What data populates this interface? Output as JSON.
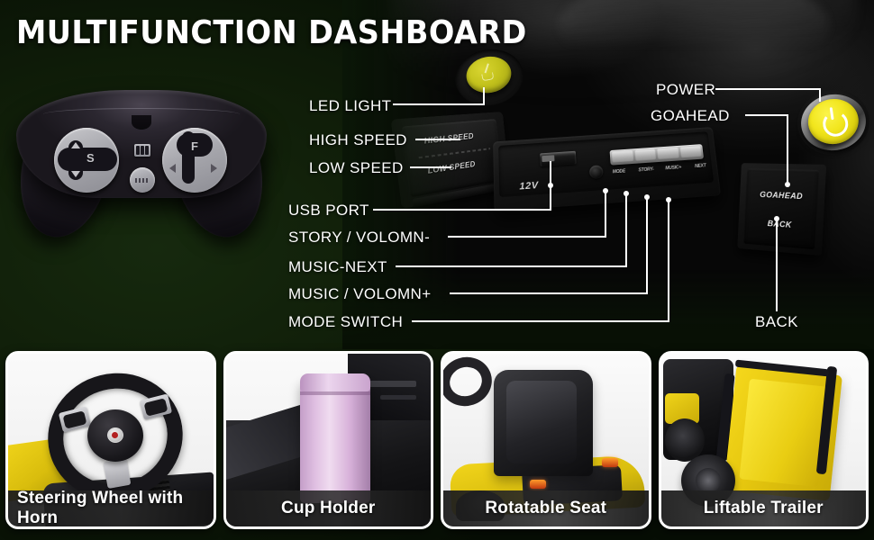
{
  "title": "MULTIFUNCTION DASHBOARD",
  "colors": {
    "background": "#0d1a07",
    "title_text": "#ffffff",
    "callout_text": "#ffffff",
    "leader_line": "#ffffff",
    "power_button": "#f2e61e",
    "led_button": "#c3c21c",
    "card_border": "#ffffff",
    "caption_bar": "#1c1c1c",
    "vehicle_yellow": "#f0d41a"
  },
  "callouts": {
    "left": [
      {
        "label": "LED LIGHT",
        "name": "callout-led-light"
      },
      {
        "label": "HIGH SPEED",
        "name": "callout-high-speed"
      },
      {
        "label": "LOW SPEED",
        "name": "callout-low-speed"
      },
      {
        "label": "USB PORT",
        "name": "callout-usb-port"
      },
      {
        "label": "STORY / VOLOMN-",
        "name": "callout-story-volume-down"
      },
      {
        "label": "MUSIC-NEXT",
        "name": "callout-music-next"
      },
      {
        "label": "MUSIC / VOLOMN+",
        "name": "callout-music-volume-up"
      },
      {
        "label": "MODE SWITCH",
        "name": "callout-mode-switch"
      }
    ],
    "right": [
      {
        "label": "POWER",
        "name": "callout-power"
      },
      {
        "label": "GOAHEAD",
        "name": "callout-goahead"
      },
      {
        "label": "BACK",
        "name": "callout-back"
      }
    ]
  },
  "dashboard": {
    "speed_switch": {
      "high": "HIGH SPEED",
      "low": "LOW SPEED"
    },
    "console": {
      "voltage_label": "12V",
      "button_labels": [
        "MODE",
        "STORY-",
        "MUSIC+",
        "NEXT"
      ]
    },
    "pedal": {
      "forward": "GOAHEAD",
      "reverse": "BACK"
    }
  },
  "remote": {
    "left_pad_letter": "S",
    "right_pad_letter": "F"
  },
  "cards": [
    {
      "caption": "Steering Wheel with Horn",
      "name": "card-steering-wheel"
    },
    {
      "caption": "Cup Holder",
      "name": "card-cup-holder"
    },
    {
      "caption": "Rotatable Seat",
      "name": "card-rotatable-seat"
    },
    {
      "caption": "Liftable Trailer",
      "name": "card-liftable-trailer"
    }
  ]
}
